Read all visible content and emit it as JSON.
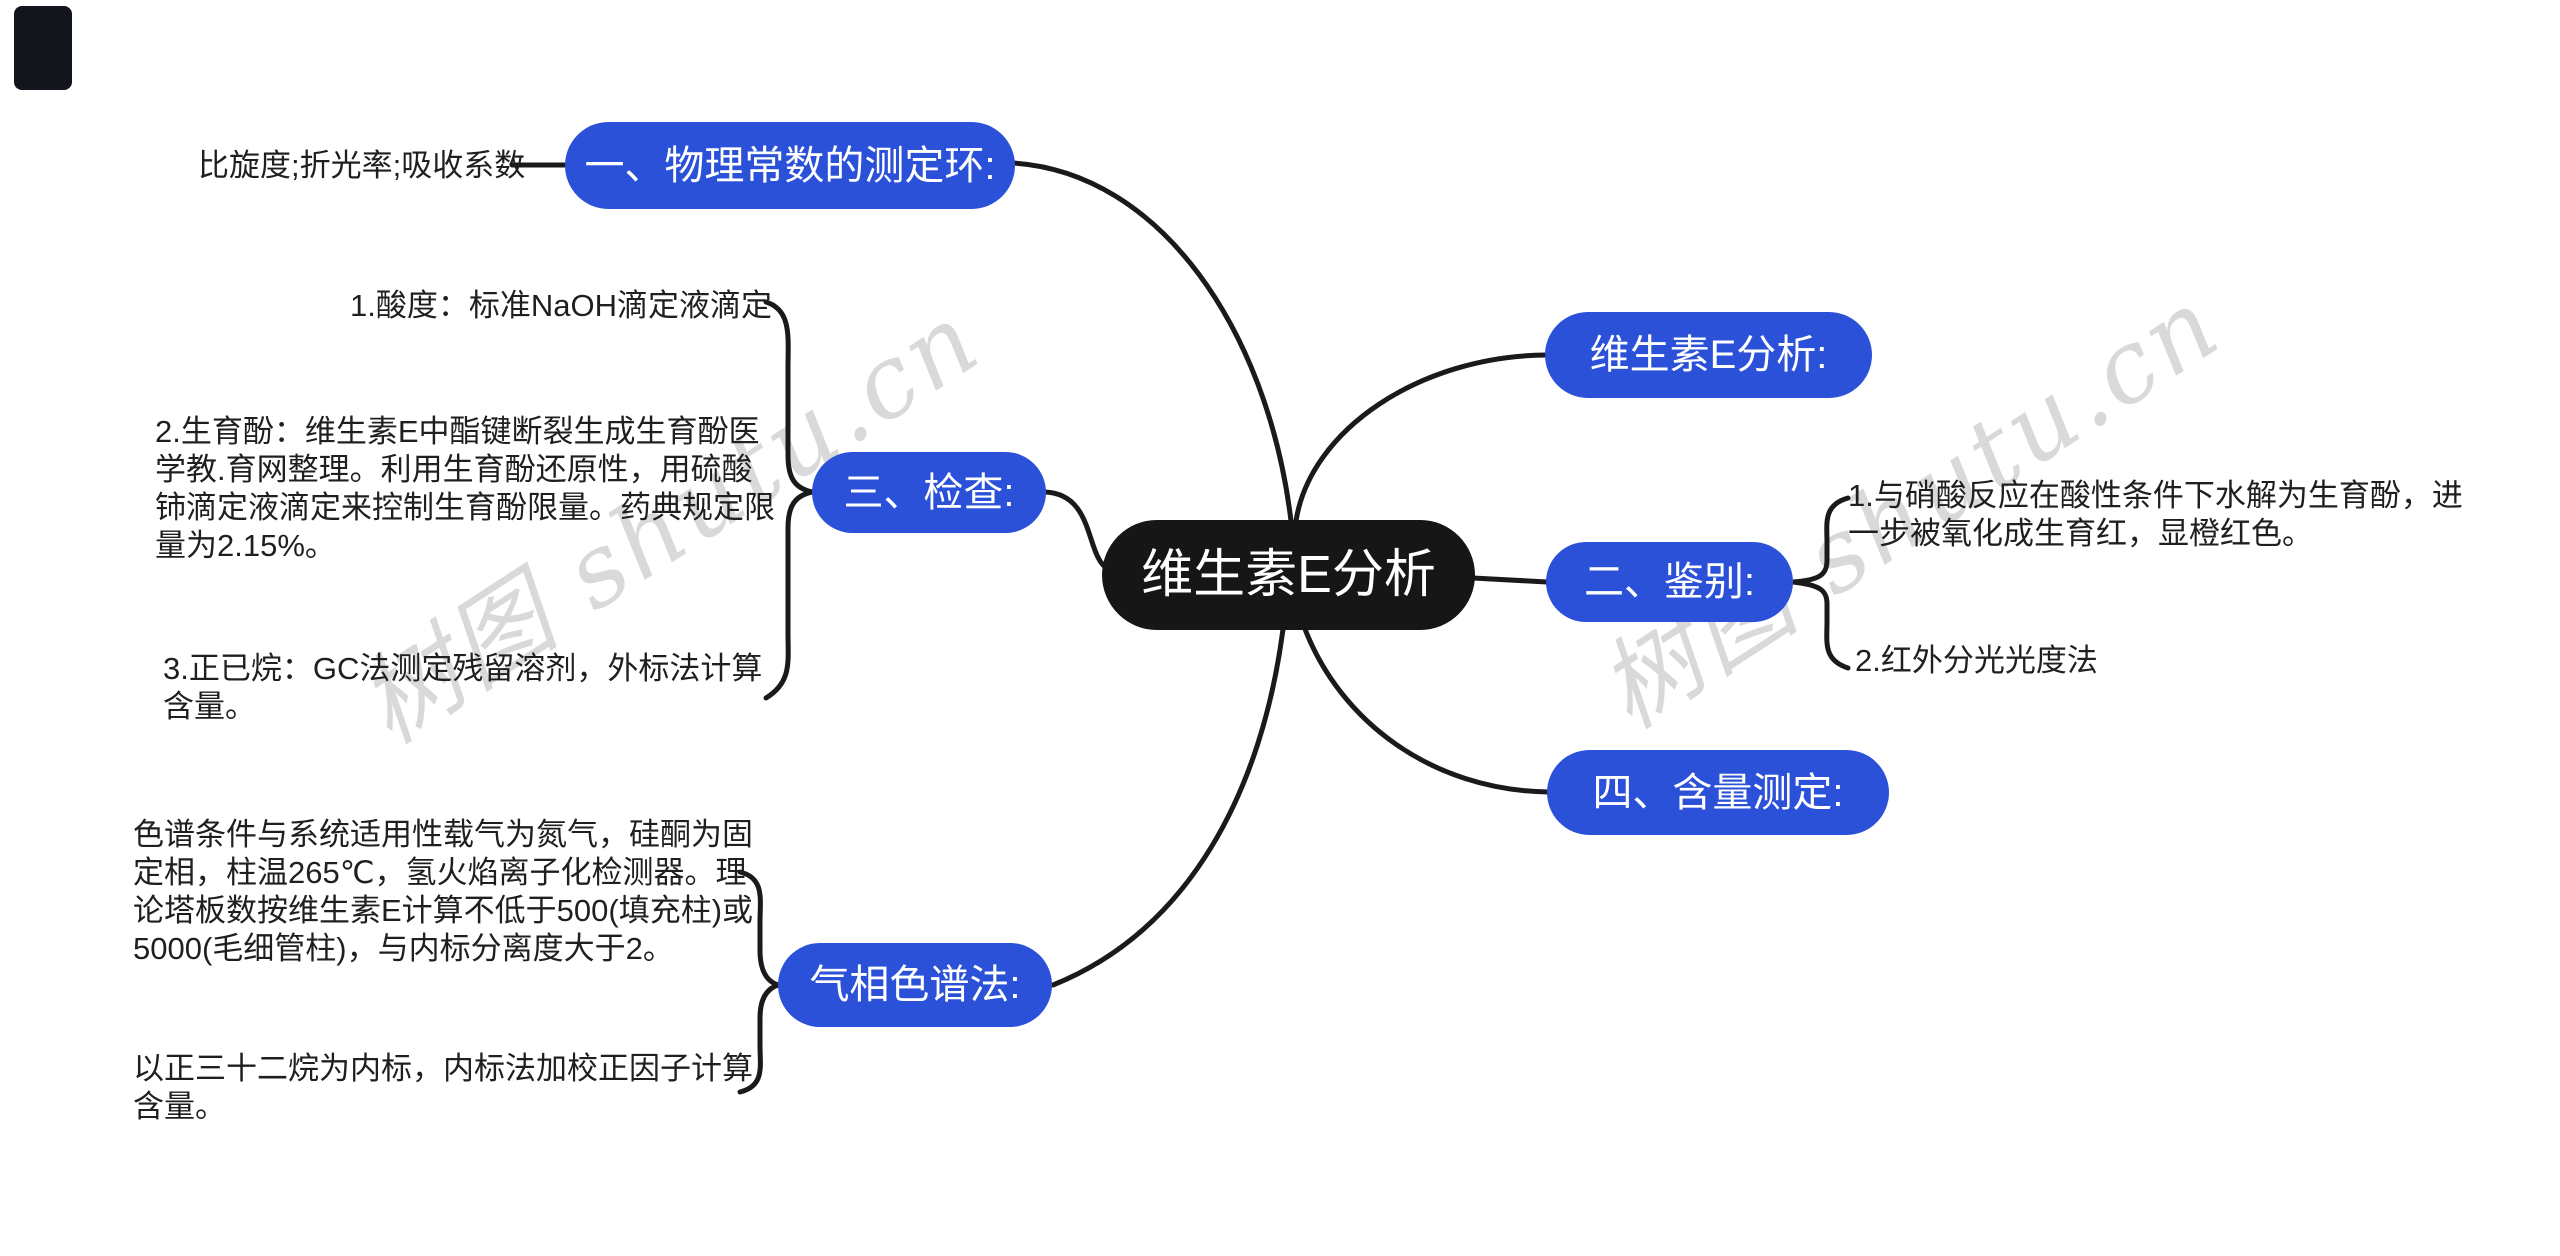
{
  "center": {
    "label": "维生素E分析"
  },
  "branches": {
    "physical": {
      "label": "一、物理常数的测定环:",
      "children": [
        "比旋度;折光率;吸收系数"
      ]
    },
    "vitamin": {
      "label": "维生素E分析:"
    },
    "identify": {
      "label": "二、鉴别:",
      "children": [
        "1.与硝酸反应在酸性条件下水解为生育酚，进一步被氧化成生育红，显橙红色。",
        "2.红外分光光度法"
      ]
    },
    "content": {
      "label": "四、含量测定:"
    },
    "check": {
      "label": "三、检查:",
      "children": [
        "1.酸度：标准NaOH滴定液滴定",
        "2.生育酚：维生素E中酯键断裂生成生育酚医学教.育网整理。利用生育酚还原性，用硫酸铈滴定液滴定来控制生育酚限量。药典规定限量为2.15%。",
        "3.正已烷：GC法测定残留溶剂，外标法计算含量。"
      ]
    },
    "gc": {
      "label": "气相色谱法:",
      "children": [
        "色谱条件与系统适用性载气为氮气，硅酮为固定相，柱温265℃，氢火焰离子化检测器。理论塔板数按维生素E计算不低于500(填充柱)或5000(毛细管柱)，与内标分离度大于2。",
        "以正三十二烷为内标，内标法加校正因子计算含量。"
      ]
    }
  },
  "watermark": {
    "text": "树图 shutu.cn"
  },
  "colors": {
    "node_blue": "#2b51d8",
    "node_black": "#161616",
    "connector_line": "#1a1a1a",
    "body_text": "#1f1f1f",
    "watermark": "#d9d9d9",
    "background": "#ffffff",
    "corner_artifact": "#12151c"
  }
}
